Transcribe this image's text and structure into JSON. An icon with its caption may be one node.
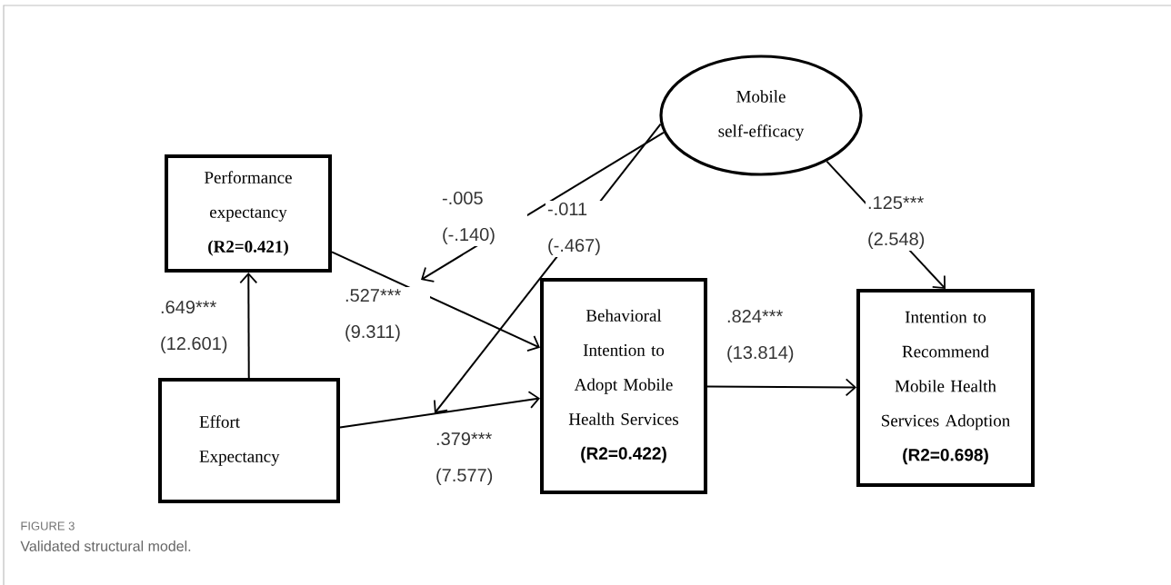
{
  "diagram": {
    "caption": "Validated structural model.",
    "nodes": [
      {
        "text": [
          "Mobile self-efficacy"
        ]
      },
      {
        "text": [
          "Performance expectancy",
          "(R2=0.421)"
        ]
      },
      {
        "text": [
          "Effort Expectancy"
        ]
      },
      {
        "text": [
          "Behavioral Intention to Adopt Mobile Health Services",
          "(R2=0.422)"
        ]
      },
      {
        "text": [
          "Intention to Recommend Mobile Health Services Adoption",
          "(R2=0.698)"
        ]
      }
    ],
    "edges": [
      {
        "from": 2,
        "to": 1,
        "arrow": "to",
        "label": ".649*** (12.601)"
      },
      {
        "from": 1,
        "to": 3,
        "arrow": "to",
        "label": ".527*** (9.311)"
      },
      {
        "from": 2,
        "to": 3,
        "arrow": "to",
        "label": ".379*** (7.577)"
      },
      {
        "from": 3,
        "to": 4,
        "arrow": "to",
        "label": ".824*** (13.814)"
      },
      {
        "from": 0,
        "to": null,
        "arrow": "to",
        "label": "-.005 (-.140)"
      },
      {
        "from": 0,
        "to": null,
        "arrow": "to",
        "label": "-.011 (-.467)"
      },
      {
        "from": 0,
        "to": 4,
        "arrow": "to",
        "label": ".125*** (2.548)"
      }
    ],
    "labels": [
      "FIGURE 3"
    ]
  }
}
